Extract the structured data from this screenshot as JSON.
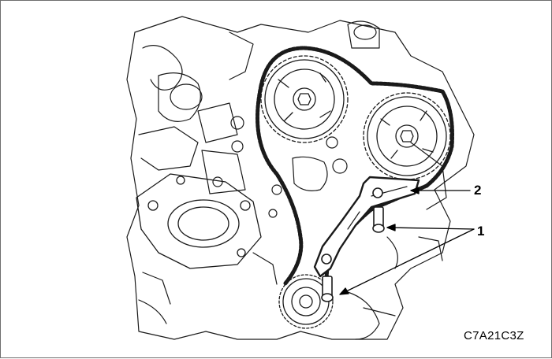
{
  "figure": {
    "code": "C7A21C3Z",
    "callouts": [
      {
        "label": "2"
      },
      {
        "label": "1"
      }
    ]
  }
}
